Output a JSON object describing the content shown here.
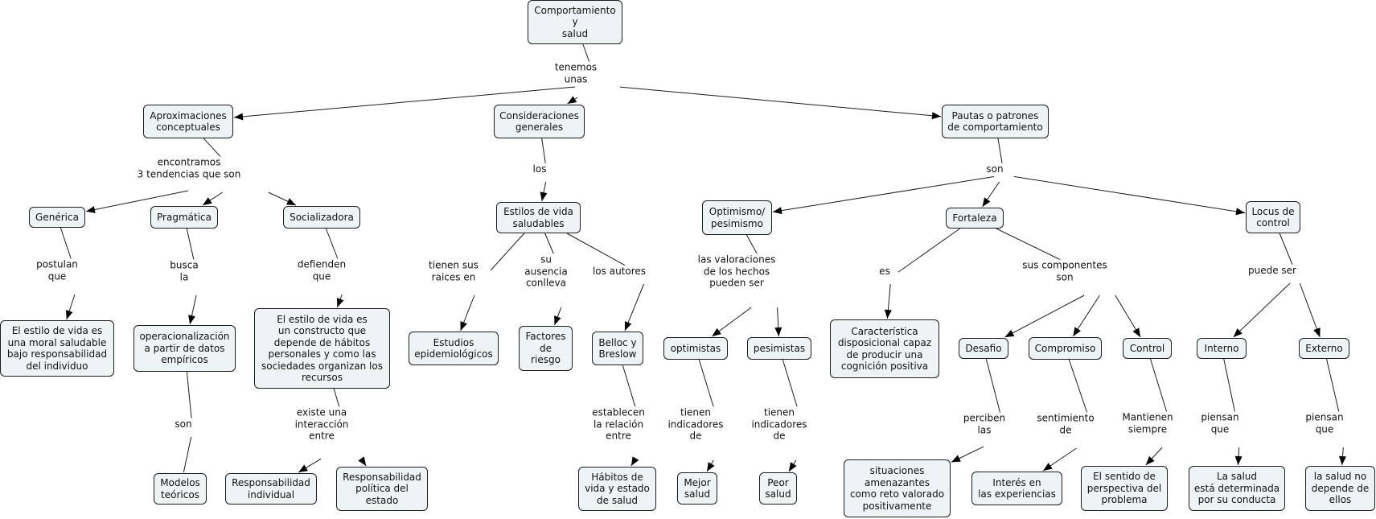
{
  "concept_map": {
    "root": "Comportamiento\ny\nsalud",
    "nodes": {
      "aprox": "Aproximaciones\nconceptuales",
      "consid": "Consideraciones\ngenerales",
      "pautas": "Pautas o patrones\nde comportamiento",
      "generica": "Genérica",
      "pragmatica": "Pragmática",
      "socializadora": "Socializadora",
      "estilo_moral": "El estilo de vida es\nuna moral saludable\nbajo responsabilidad\ndel individuo",
      "operacional": "operacionalización\na partir de datos\nempíricos",
      "modelos": "Modelos\nteóricos",
      "estilo_constructo": "El estilo de vida es\nun  constructo que\ndepende de hábitos\npersonales y como las\nsociedades organizan los\nrecursos",
      "resp_ind": "Responsabilidad\nindividual",
      "resp_pol": "Responsabilidad\npolítica del\nestado",
      "estilos": "Estilos de vida\nsaludables",
      "estudios": "Estudios\nepidemiológicos",
      "factores": "Factores\nde\nriesgo",
      "belloc": "Belloc y\nBreslow",
      "habitos": "Hábitos de\nvida y estado\nde salud",
      "optimismo": "Optimismo/\npesimismo",
      "optimistas": "optimistas",
      "pesimistas": "pesimistas",
      "mejor": "Mejor\nsalud",
      "peor": "Peor\nsalud",
      "fortaleza": "Fortaleza",
      "caracteristica": "Característica\ndisposicional capaz\nde producir una\ncognición positiva",
      "desafio": "Desafio",
      "compromiso": "Compromiso",
      "control": "Control",
      "situaciones": "situaciones\namenazantes\ncomo reto valorado\npositivamente",
      "interes": "Interés en\nlas experiencias",
      "sentido": "El sentido de\nperspectiva del\nproblema",
      "locus": "Locus de\ncontrol",
      "interno": "Interno",
      "externo": "Externo",
      "salud_det": "La salud\nestá determinada\npor su conducta",
      "salud_no": "la salud no\ndepende de\nellos"
    },
    "links": {
      "tenemos": "tenemos\nunas",
      "encontramos": "encontramos\n3 tendencias que son",
      "los": "los",
      "son1": "son",
      "postulan": "postulan\nque",
      "busca": "busca\nla",
      "son2": "son",
      "defienden": "defienden\nque",
      "existe": "existe una\ninteracción\nentre",
      "raices": "tienen sus\nraices en",
      "ausencia": "su\nausencia\nconlleva",
      "autores": "los autores",
      "establecen": "establecen\nla relación\nentre",
      "valoraciones": "las valoraciones\nde los hechos\npueden ser",
      "ind_mejor": "tienen\nindicadores\nde",
      "ind_peor": "tienen\nindicadores\nde",
      "es": "es",
      "componentes": "sus componentes\nson",
      "perciben": "perciben\nlas",
      "sentimiento": "sentimiento\nde",
      "mantienen": "Mantienen\nsiempre",
      "puede": "puede ser",
      "piensan1": "piensan\nque",
      "piensan2": "piensan\nque"
    }
  }
}
